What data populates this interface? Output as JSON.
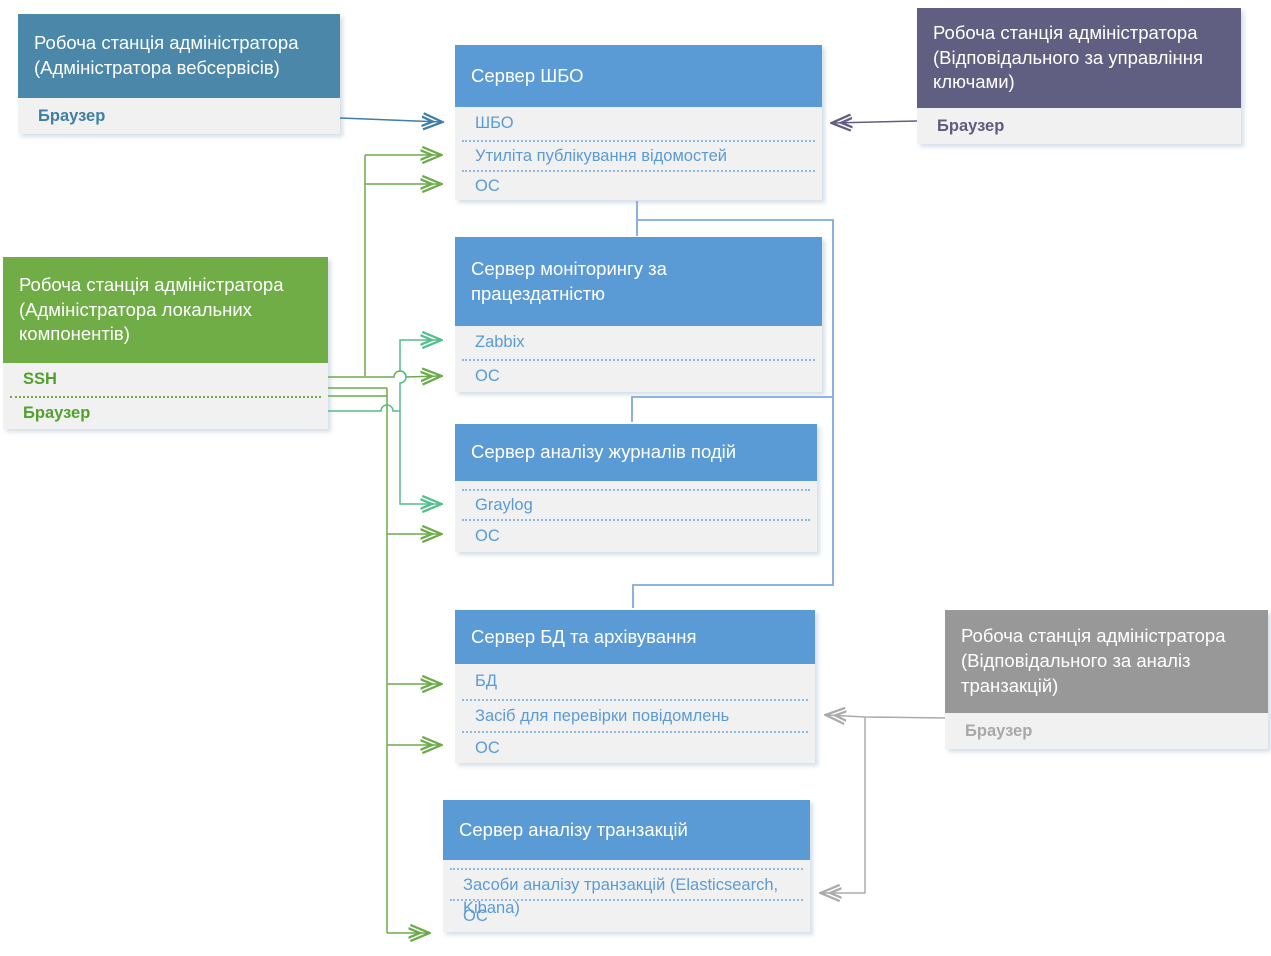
{
  "diagram": {
    "workstations": [
      {
        "id": "web",
        "title": "Робоча станція адміністратора (Адміністратора вебсервісів)",
        "items": [
          "Браузер"
        ]
      },
      {
        "id": "keys",
        "title": "Робоча станція адміністратора (Відповідального за управління ключами)",
        "items": [
          "Браузер"
        ]
      },
      {
        "id": "local",
        "title": "Робоча станція адміністратора (Адміністратора локальних компонентів)",
        "items": [
          "SSH",
          "Браузер"
        ]
      },
      {
        "id": "transactions",
        "title": "Робоча станція адміністратора (Відповідального за аналіз транзакцій)",
        "items": [
          "Браузер"
        ]
      }
    ],
    "servers": [
      {
        "id": "shbo",
        "title": "Сервер ШБО",
        "items": [
          "ШБО",
          "Утиліта публікування відомостей",
          "ОС"
        ]
      },
      {
        "id": "monitoring",
        "title": "Сервер моніторингу за працездатністю",
        "items": [
          "Zabbix",
          "ОС"
        ]
      },
      {
        "id": "logs",
        "title": "Сервер аналізу журналів подій",
        "items": [
          "Graylog",
          "ОС"
        ]
      },
      {
        "id": "db",
        "title": "Сервер БД та архівування",
        "items": [
          "БД",
          "Засіб для перевірки повідомлень",
          "ОС"
        ]
      },
      {
        "id": "trans",
        "title": "Сервер аналізу транзакцій",
        "items": [
          "Засоби аналізу транзакцій (Elasticsearch, Kibana)",
          "ОС"
        ]
      }
    ],
    "edges": [
      {
        "from": "workstation-web.Браузер",
        "to": "server-shbo.ШБО"
      },
      {
        "from": "workstation-keys.Браузер",
        "to": "server-shbo.ШБО"
      },
      {
        "from": "workstation-local.SSH",
        "to": "server-shbo.Утиліта публікування відомостей"
      },
      {
        "from": "workstation-local.SSH",
        "to": "server-shbo.ОС"
      },
      {
        "from": "workstation-local.SSH",
        "to": "server-monitoring.ОС"
      },
      {
        "from": "workstation-local.SSH",
        "to": "server-logs.ОС"
      },
      {
        "from": "workstation-local.SSH",
        "to": "server-db.БД"
      },
      {
        "from": "workstation-local.SSH",
        "to": "server-db.ОС"
      },
      {
        "from": "workstation-local.SSH",
        "to": "server-trans.ОС"
      },
      {
        "from": "workstation-local.Браузер",
        "to": "server-monitoring.Zabbix"
      },
      {
        "from": "workstation-local.Браузер",
        "to": "server-logs.Graylog"
      },
      {
        "from": "workstation-transactions.Браузер",
        "to": "server-db.Засіб для перевірки повідомлень"
      },
      {
        "from": "workstation-transactions.Браузер",
        "to": "server-trans.Засоби аналізу транзакцій"
      },
      {
        "from": "server-shbo",
        "to": "server-monitoring"
      },
      {
        "from": "server-shbo",
        "to": "server-logs"
      },
      {
        "from": "server-shbo",
        "to": "server-db"
      }
    ],
    "colors": {
      "workstation_web": "#4A87A8",
      "workstation_keys": "#615F81",
      "workstation_local": "#70AD47",
      "workstation_transactions": "#989898",
      "server_header": "#5B9BD5",
      "body_background": "#F1F1F2",
      "connector_blue": "#7FA9DC",
      "connector_green": "#6CAB4B",
      "connector_mint": "#52BE8C",
      "connector_teal": "#3D7EA6",
      "connector_purple": "#615E80",
      "connector_gray": "#ABABAB"
    }
  }
}
